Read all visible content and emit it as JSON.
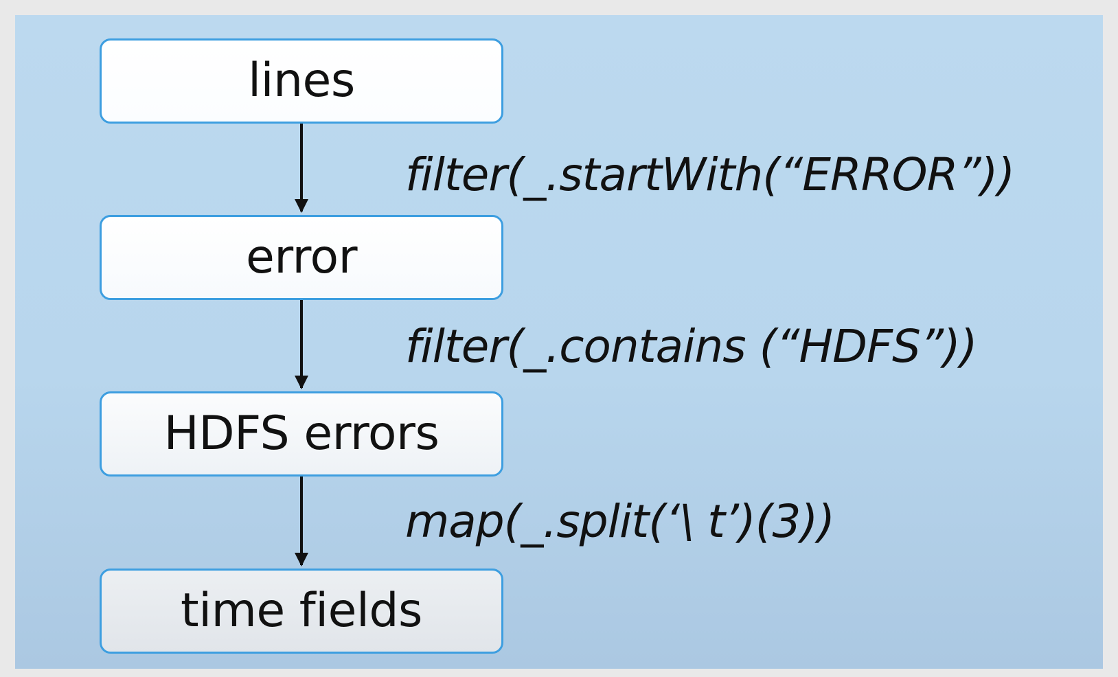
{
  "diagram": {
    "nodes": [
      {
        "label": "lines"
      },
      {
        "label": "error"
      },
      {
        "label": "HDFS errors"
      },
      {
        "label": "time fields"
      }
    ],
    "operations": [
      {
        "label": "filter(_.startWith(“ERROR”))"
      },
      {
        "label": "filter(_.contains (“HDFS”))"
      },
      {
        "label": "map(_.split(‘\\ t’)(3))"
      }
    ]
  },
  "colors": {
    "background": "#b9d7ee",
    "node_border": "#3d9ee0",
    "text": "#111111"
  }
}
